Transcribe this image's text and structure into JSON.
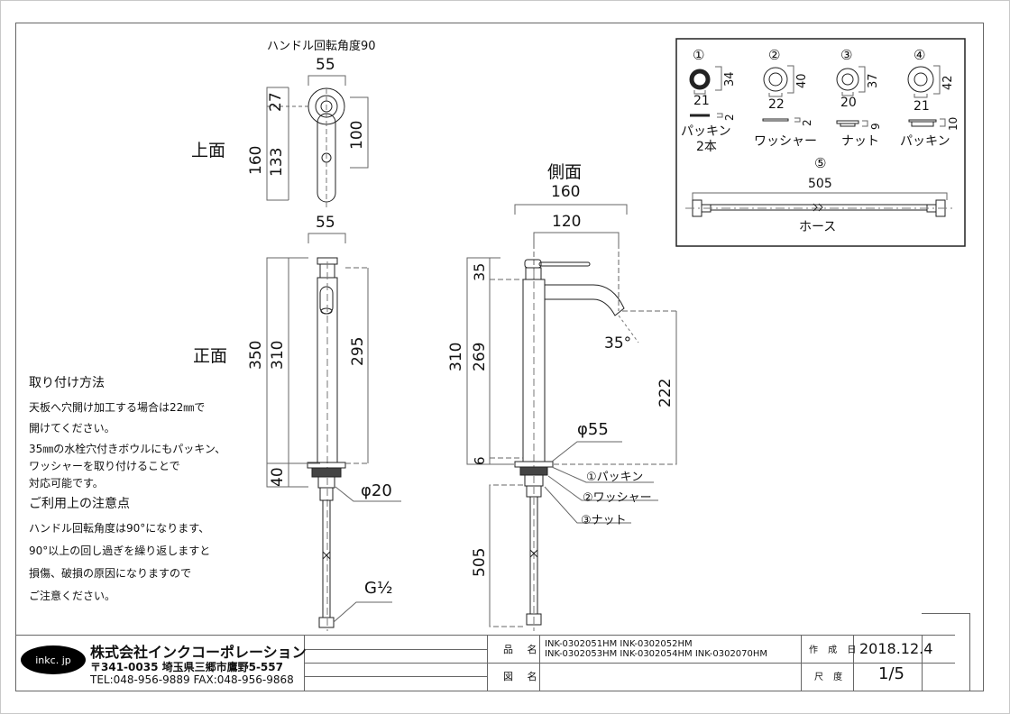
{
  "top_view": {
    "title": "上面",
    "note": "ハンドル回転角度90",
    "width": "55",
    "dims": [
      "27",
      "133",
      "160",
      "100"
    ]
  },
  "front_view": {
    "title": "正面",
    "width": "55",
    "dims": [
      "350",
      "310",
      "40",
      "295"
    ],
    "diameter": "φ20",
    "thread": "G½"
  },
  "side_view": {
    "title": "側面",
    "dims": [
      "160",
      "120",
      "35",
      "269",
      "310",
      "6",
      "222",
      "505"
    ],
    "angle": "35°",
    "diameter": "φ55",
    "callouts": [
      "①パッキン",
      "②ワッシャー",
      "③ナット"
    ]
  },
  "parts": {
    "items": [
      {
        "num": "①",
        "name": "パッキン",
        "sub": "2本",
        "inner": "21",
        "outer": "34",
        "thick": "2"
      },
      {
        "num": "②",
        "name": "ワッシャー",
        "sub": "",
        "inner": "22",
        "outer": "40",
        "thick": "2"
      },
      {
        "num": "③",
        "name": "ナット",
        "sub": "",
        "inner": "20",
        "outer": "37",
        "thick": "9"
      },
      {
        "num": "④",
        "name": "パッキン",
        "sub": "",
        "inner": "21",
        "outer": "42",
        "thick": "10"
      }
    ],
    "hose": {
      "num": "⑤",
      "name": "ホース",
      "length": "505"
    }
  },
  "notes": {
    "install_heading": "取り付け方法",
    "install_lines": [
      "天板へ穴開け加工する場合は22㎜で",
      "開けてください。",
      "35㎜の水栓穴付きボウルにもパッキン、",
      "ワッシャーを取り付けることで",
      "対応可能です。"
    ],
    "caution_heading": "ご利用上の注意点",
    "caution_lines": [
      "ハンドル回転角度は90°になります、",
      "90°以上の回し過ぎを繰り返しますと",
      "損傷、破損の原因になりますので",
      "ご注意ください。"
    ]
  },
  "title_block": {
    "logo": "inkc. jp",
    "company": "株式会社インクコーポレーション",
    "address": "〒341-0035 埼玉県三郷市鷹野5-557",
    "contact": "TEL:048-956-9889  FAX:048-956-9868",
    "product_label": "品 名",
    "product_line1": "INK-0302051HM   INK-0302052HM",
    "product_line2": "INK-0302053HM   INK-0302054HM  INK-0302070HM",
    "drawing_label": "図 名",
    "date_label": "作 成 日",
    "date": "2018.12.4",
    "scale_label": "尺 度",
    "scale": "1/5"
  }
}
